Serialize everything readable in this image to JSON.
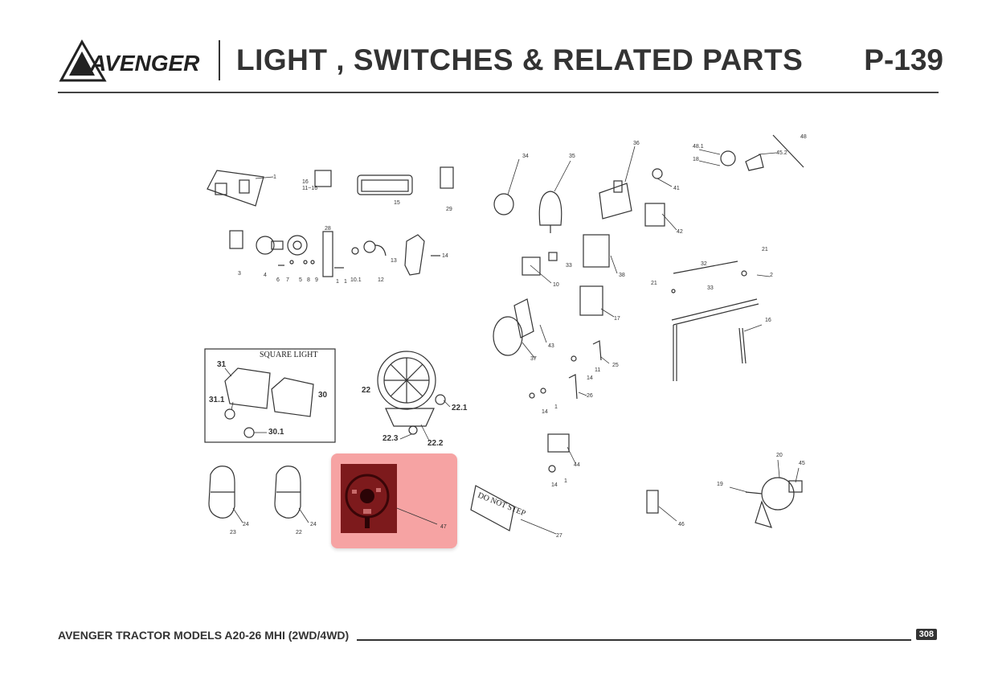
{
  "header": {
    "logo_text": "AVENGER",
    "title": "LIGHT , SWITCHES & RELATED PARTS",
    "page_code": "P-139"
  },
  "diagram": {
    "square_light_label": "SQUARE LIGHT",
    "stamp_text": "DO NOT STEP",
    "highlighted_part": "47",
    "callouts": [
      "1",
      "16",
      "11",
      "15",
      "29",
      "3",
      "4",
      "6",
      "7",
      "5",
      "8",
      "9",
      "28",
      "1",
      "1",
      "10.1",
      "12",
      "13",
      "14",
      "34",
      "35",
      "36",
      "41",
      "48.1",
      "18",
      "48",
      "45.2",
      "10",
      "33",
      "38",
      "42",
      "21",
      "32",
      "2",
      "21",
      "33",
      "17",
      "16",
      "37",
      "43",
      "25",
      "14",
      "11",
      "26",
      "14",
      "1",
      "31",
      "30",
      "31.1",
      "30.1",
      "22",
      "22.1",
      "22.3",
      "22.2",
      "44",
      "14",
      "1",
      "27",
      "46",
      "19",
      "20",
      "45",
      "23",
      "24",
      "22",
      "24",
      "47"
    ]
  },
  "footer": {
    "text": "AVENGER TRACTOR MODELS A20-26 MHI (2WD/4WD)",
    "page_number": "308"
  }
}
